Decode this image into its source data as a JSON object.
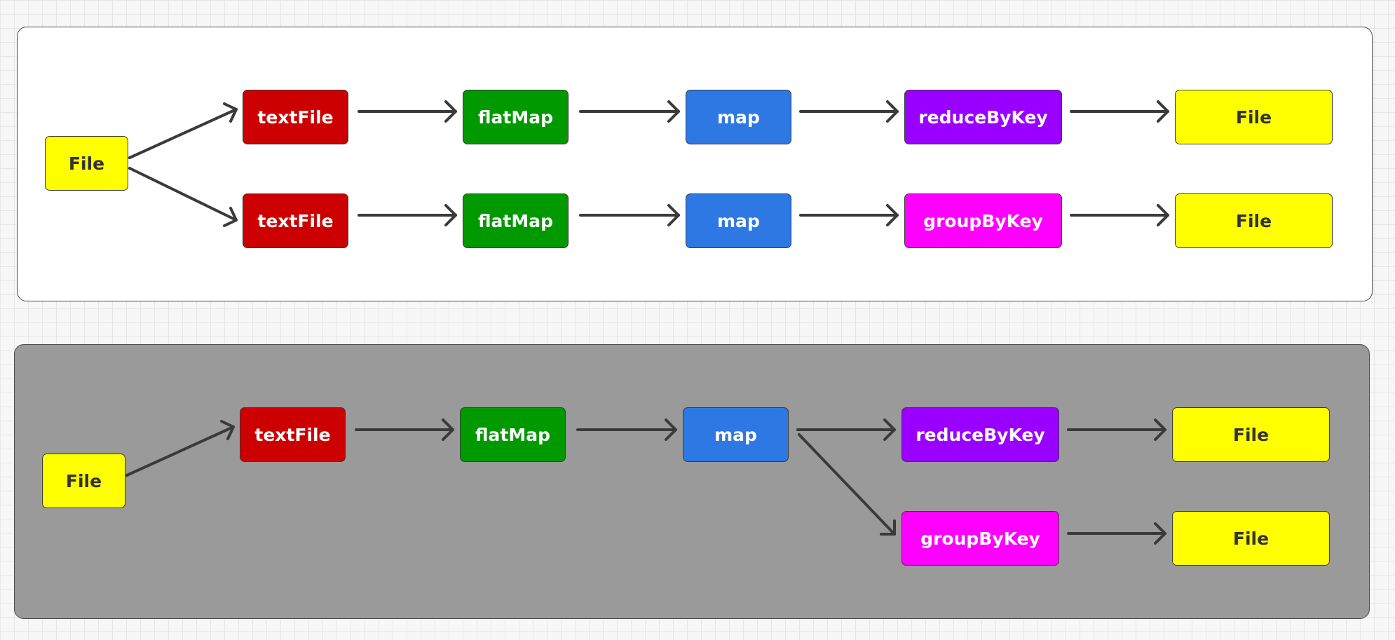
{
  "diagrams": [
    {
      "id": "top",
      "nodes": {
        "source": {
          "label": "File",
          "color": "#ffff00"
        },
        "branch_a": [
          {
            "label": "textFile",
            "color": "#cc0000"
          },
          {
            "label": "flatMap",
            "color": "#009900"
          },
          {
            "label": "map",
            "color": "#2e78e4"
          },
          {
            "label": "reduceByKey",
            "color": "#9900ff"
          },
          {
            "label": "File",
            "color": "#ffff00"
          }
        ],
        "branch_b": [
          {
            "label": "textFile",
            "color": "#cc0000"
          },
          {
            "label": "flatMap",
            "color": "#009900"
          },
          {
            "label": "map",
            "color": "#2e78e4"
          },
          {
            "label": "groupByKey",
            "color": "#ff00ff"
          },
          {
            "label": "File",
            "color": "#ffff00"
          }
        ]
      }
    },
    {
      "id": "bottom",
      "nodes": {
        "source": {
          "label": "File",
          "color": "#ffff00"
        },
        "shared": [
          {
            "label": "textFile",
            "color": "#cc0000"
          },
          {
            "label": "flatMap",
            "color": "#009900"
          },
          {
            "label": "map",
            "color": "#2e78e4"
          }
        ],
        "branch_a": [
          {
            "label": "reduceByKey",
            "color": "#9900ff"
          },
          {
            "label": "File",
            "color": "#ffff00"
          }
        ],
        "branch_b": [
          {
            "label": "groupByKey",
            "color": "#ff00ff"
          },
          {
            "label": "File",
            "color": "#ffff00"
          }
        ]
      }
    }
  ]
}
